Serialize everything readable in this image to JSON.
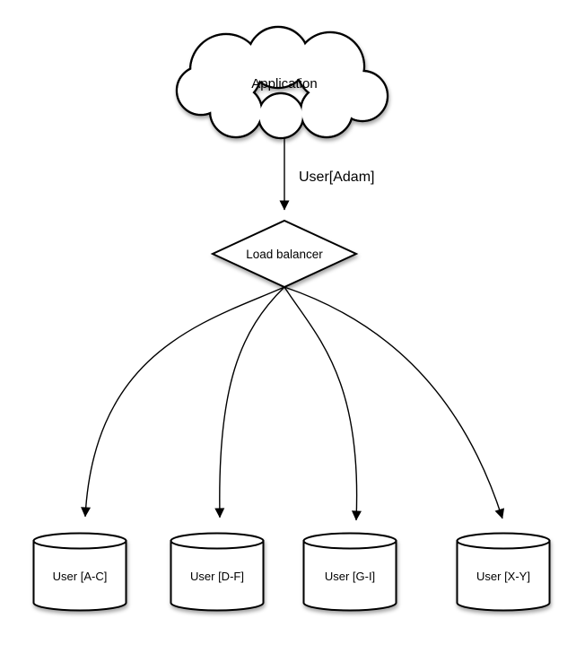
{
  "diagram": {
    "cloud": {
      "label": "Application",
      "shape": "cloud"
    },
    "edge_app_to_lb": {
      "label": "User[Adam]"
    },
    "load_balancer": {
      "label": "Load balancer",
      "shape": "diamond"
    },
    "databases": [
      {
        "label": "User [A-C]",
        "shape": "cylinder"
      },
      {
        "label": "User [D-F]",
        "shape": "cylinder"
      },
      {
        "label": "User [G-I]",
        "shape": "cylinder"
      },
      {
        "label": "User [X-Y]",
        "shape": "cylinder"
      }
    ],
    "colors": {
      "stroke": "#000000",
      "fill": "#ffffff",
      "background": "#ffffff",
      "text": "#000000",
      "shadow": "rgba(0,0,0,0.35)"
    }
  }
}
